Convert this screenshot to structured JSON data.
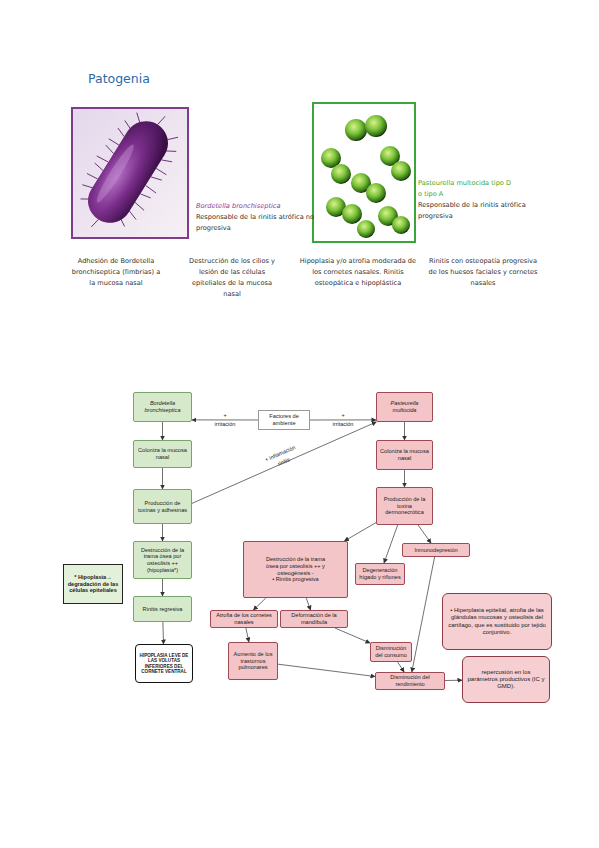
{
  "diagram": {
    "title": "Patogenia",
    "nodes": [
      {
        "text": [
          "Bordetella bronchiseptica"
        ]
      },
      {
        "text": [
          "Factores de ambiente"
        ]
      },
      {
        "text": [
          "Pasteurella multocida"
        ]
      },
      {
        "text": [
          "Coloniza la mucosa nasal"
        ]
      },
      {
        "text": [
          "Coloniza la mucosa nasal"
        ]
      },
      {
        "text": [
          "Producción de toxinas y adhesinas"
        ]
      },
      {
        "text": [
          "Producción de la toxina dermonecrótica"
        ]
      },
      {
        "text": [
          "Destrucción de la trama ósea por osteolisis ++ (hipoplasia*)"
        ]
      },
      {
        "text": [
          "Destrucción de la trama ósea por osteolisis ++ y osteogénesis -",
          "• Rinitis progresiva"
        ]
      },
      {
        "text": [
          "Inmunodepresión"
        ]
      },
      {
        "text": [
          "Degeneración hígado y riñones"
        ]
      },
      {
        "text": [
          "* Hipoplasia→ degradación de las células epiteliales"
        ]
      },
      {
        "text": [
          "Rinitis regresiva"
        ]
      },
      {
        "text": [
          "• Hiperplasia epitelial, atrofia de las glándulas mucosas y osteolisis del cartílago, que es sustituido por tejido conjuntivo."
        ]
      },
      {
        "text": [
          "Atrofia de los cornetes nasales"
        ]
      },
      {
        "text": [
          "Deformación de la mandíbula"
        ]
      },
      {
        "text": [
          "HIPOPLASIA LEVE DE LAS VOLUTAS INFERIORES DEL CORNETE VENTRAL"
        ]
      },
      {
        "text": [
          "Aumento de los trastornos pulmonares"
        ]
      },
      {
        "text": [
          "Disminución del consumo"
        ]
      },
      {
        "text": [
          "Disminución del rendimiento"
        ]
      },
      {
        "text": [
          "repercusión en los parámetros productivos (IC y GMD)."
        ]
      }
    ],
    "edges": [
      {
        "from": 1,
        "to": 0,
        "arrow": "to",
        "label": "+ irritación"
      },
      {
        "from": 1,
        "to": 2,
        "arrow": "to",
        "label": "+ irritación"
      },
      {
        "from": 0,
        "to": 3,
        "arrow": "to"
      },
      {
        "from": 2,
        "to": 4,
        "arrow": "to"
      },
      {
        "from": 3,
        "to": 5,
        "arrow": "to"
      },
      {
        "from": 4,
        "to": 6,
        "arrow": "to"
      },
      {
        "from": 5,
        "to": 2,
        "arrow": "to",
        "label": "+ inflamación rinitis"
      },
      {
        "from": 5,
        "to": 7,
        "arrow": "to"
      },
      {
        "from": 6,
        "to": 8,
        "arrow": "to"
      },
      {
        "from": 6,
        "to": 10,
        "arrow": "to"
      },
      {
        "from": 6,
        "to": 9,
        "arrow": "to"
      },
      {
        "from": 7,
        "to": 12,
        "arrow": "to"
      },
      {
        "from": 8,
        "to": 14,
        "arrow": "to"
      },
      {
        "from": 8,
        "to": 15,
        "arrow": "to"
      },
      {
        "from": 12,
        "to": 16,
        "arrow": "to"
      },
      {
        "from": 14,
        "to": 17,
        "arrow": "to"
      },
      {
        "from": 15,
        "to": 18,
        "arrow": "to"
      },
      {
        "from": 17,
        "to": 19,
        "arrow": "to"
      },
      {
        "from": 18,
        "to": 19,
        "arrow": "to"
      },
      {
        "from": 9,
        "to": 19,
        "arrow": "to"
      },
      {
        "from": 19,
        "to": 20,
        "arrow": "to"
      }
    ],
    "labels": [
      "Bordetella bronchiseptica",
      "Responsable de la rinitis atrófica no progresiva",
      "Pasteurella multocida tipo D o tipo A",
      "Responsable de la rinitis atrófica progresiva",
      "Adhesión de Bordetella bronchiseptica (fimbrias) a la mucosa nasal",
      "Destrucción de los cilios y lesión de las células epiteliales de la mucosa nasal",
      "Hipoplasia y/o atrofia moderada de los cornetes nasales. Rinitis osteopática e hipoplástica",
      "Rinitis con osteopatía progresiva de los huesos faciales y cornetes nasales"
    ]
  }
}
